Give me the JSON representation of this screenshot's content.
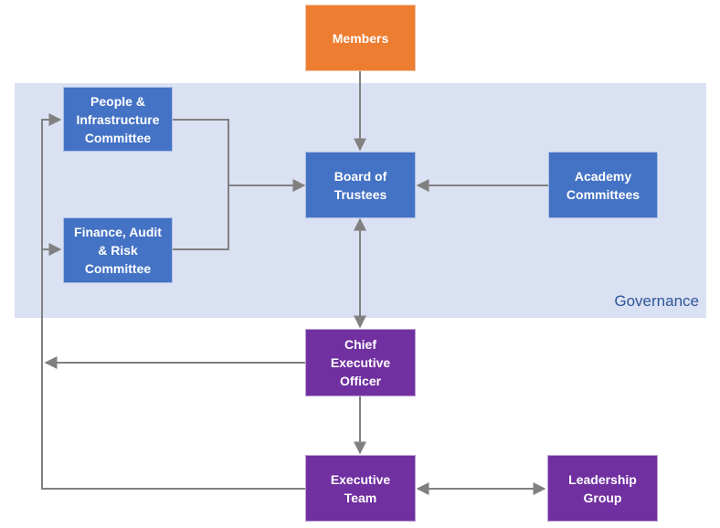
{
  "colors": {
    "orange": "#ed7d31",
    "blue": "#4472c4",
    "purple": "#7030a0",
    "region": "#dae1f2",
    "connector": "#808080"
  },
  "region": {
    "label": "Governance"
  },
  "nodes": {
    "members": {
      "label": "Members",
      "color": "#ed7d31"
    },
    "people_committee": {
      "label": "People &\nInfrastructure\nCommittee",
      "color": "#4472c4"
    },
    "finance_committee": {
      "label": "Finance, Audit\n& Risk\nCommittee",
      "color": "#4472c4"
    },
    "board": {
      "label": "Board of\nTrustees",
      "color": "#4472c4"
    },
    "academy_committees": {
      "label": "Academy\nCommittees",
      "color": "#4472c4"
    },
    "ceo": {
      "label": "Chief\nExecutive\nOfficer",
      "color": "#7030a0"
    },
    "executive_team": {
      "label": "Executive\nTeam",
      "color": "#7030a0"
    },
    "leadership_group": {
      "label": "Leadership\nGroup",
      "color": "#7030a0"
    }
  }
}
